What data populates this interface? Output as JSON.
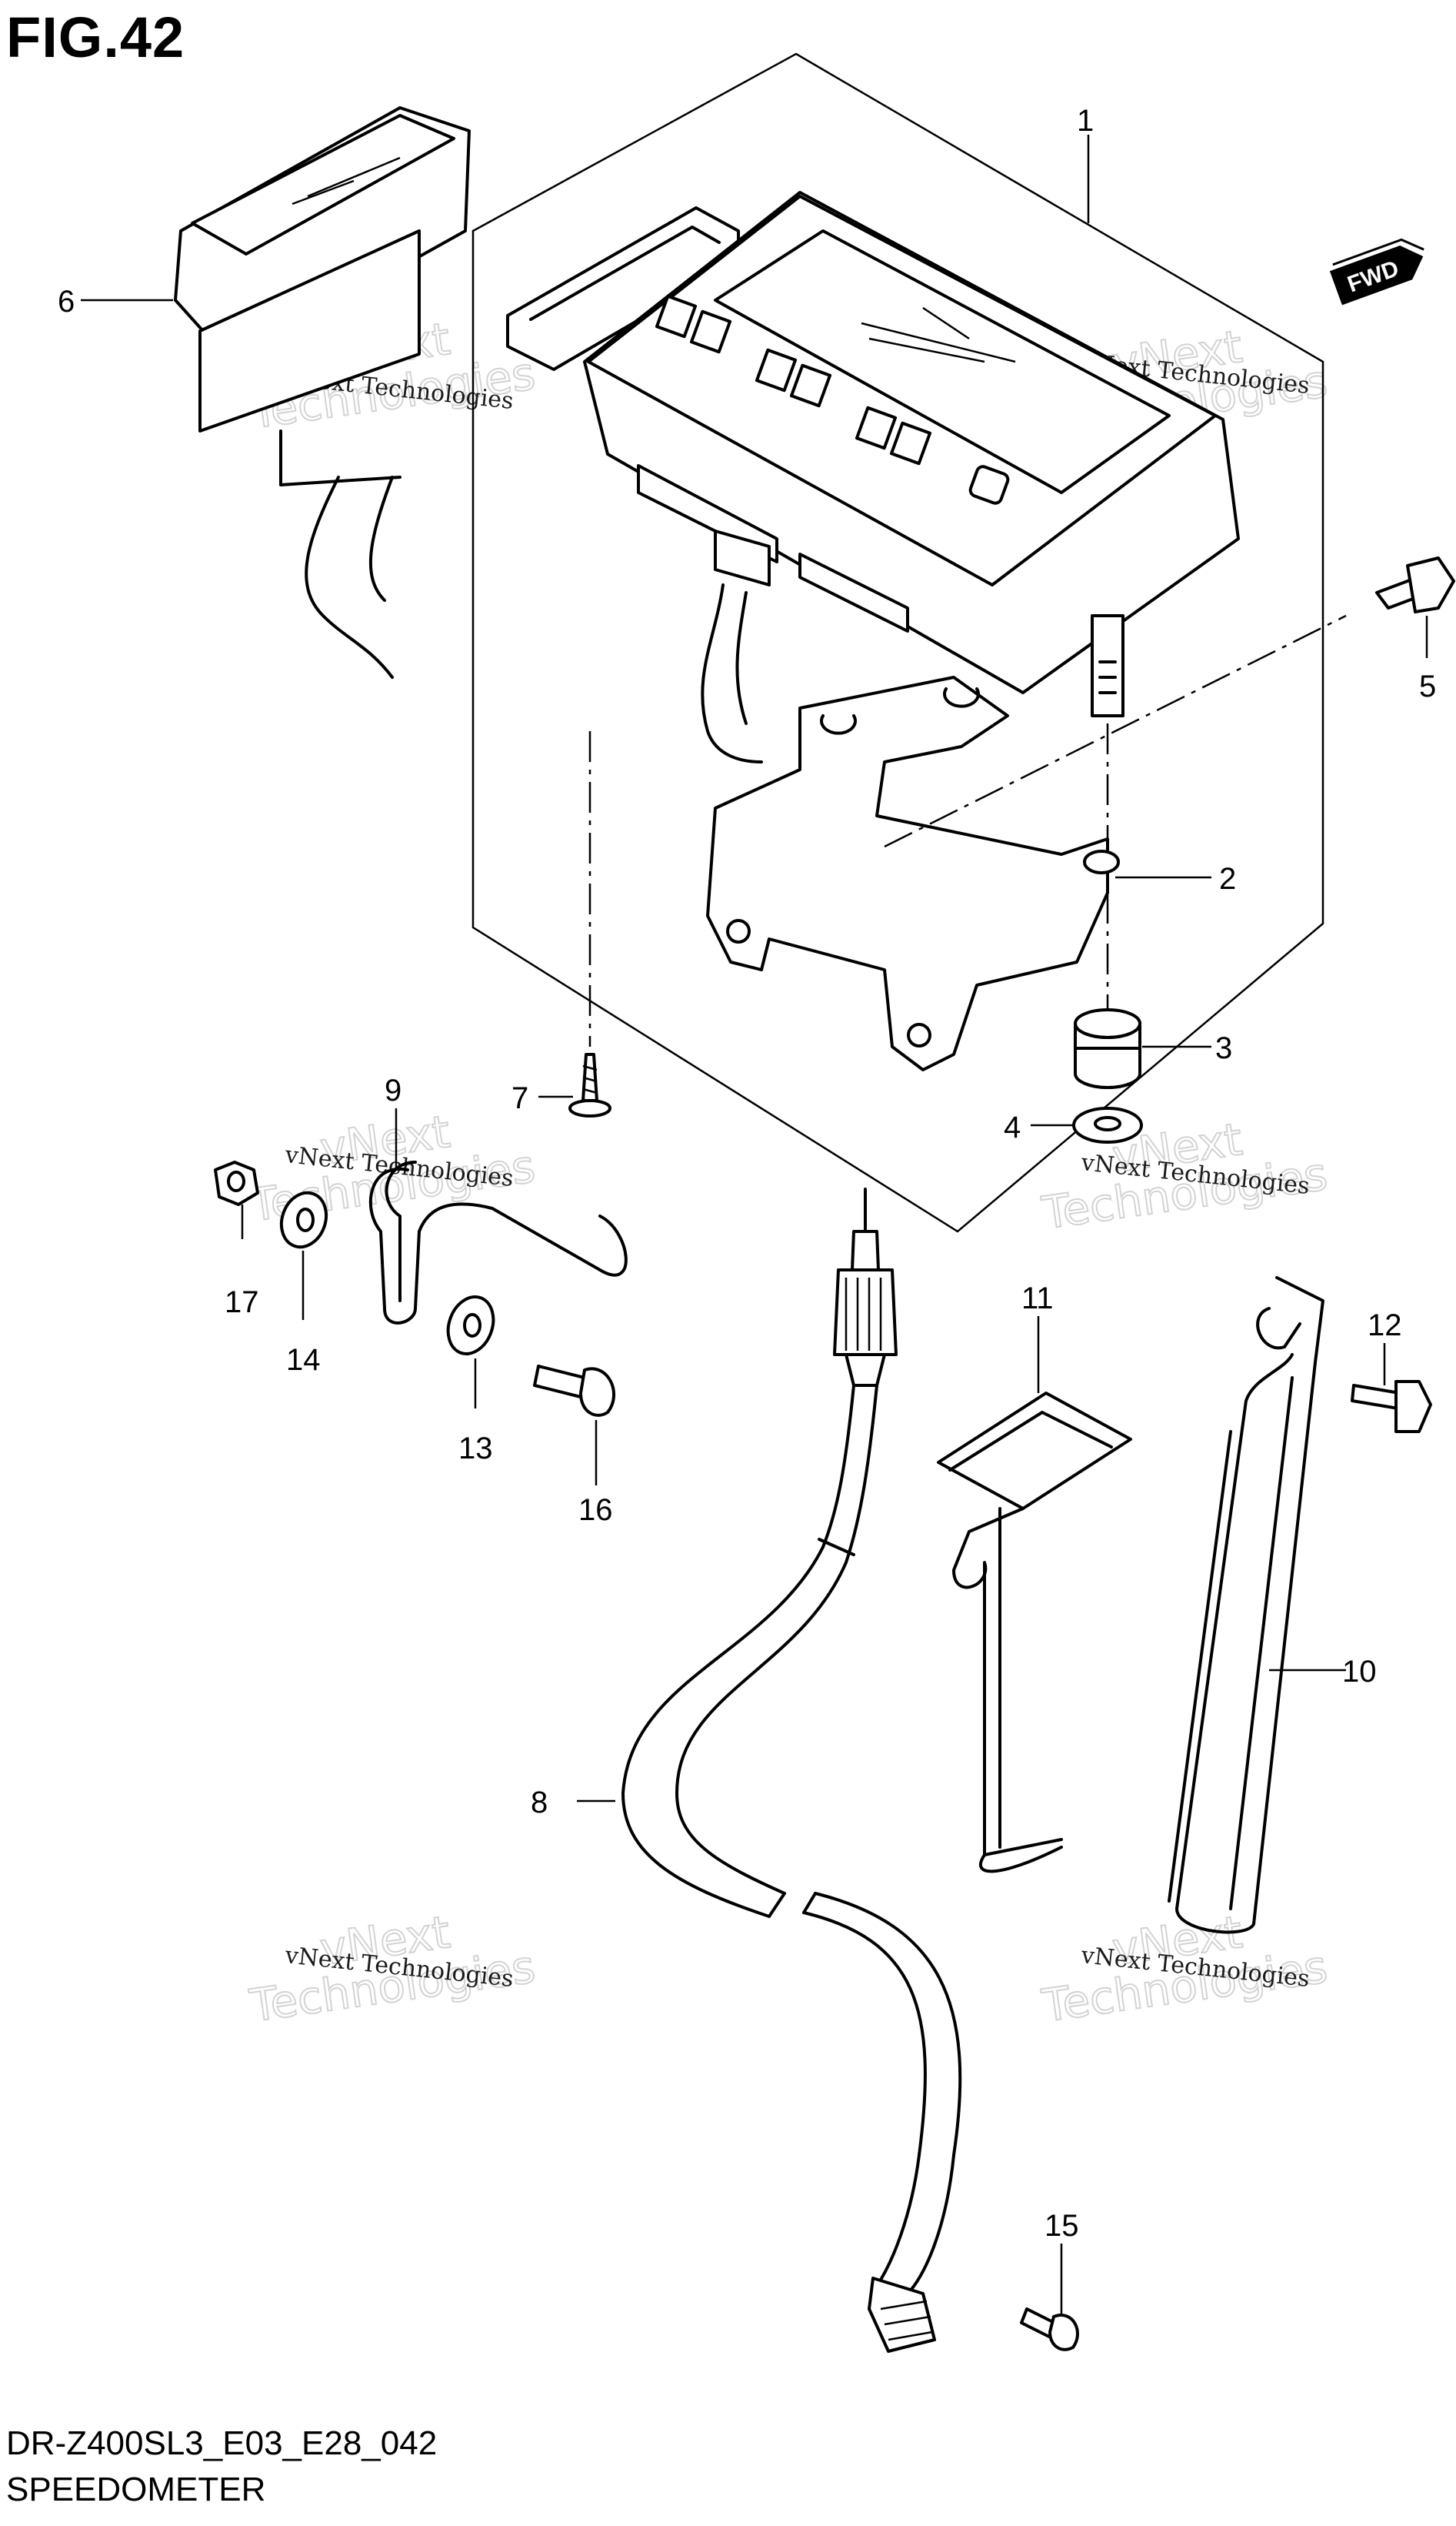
{
  "figure": {
    "title": "FIG.42",
    "code": "DR-Z400SL3_E03_E28_042",
    "name": "SPEEDOMETER"
  },
  "direction_badge": {
    "label": "FWD"
  },
  "watermark": {
    "line1": "vNext Technologies",
    "line2": "vNext",
    "line3": "Technologies"
  },
  "callouts": {
    "p1": "1",
    "p2": "2",
    "p3": "3",
    "p4": "4",
    "p5": "5",
    "p6": "6",
    "p7": "7",
    "p8": "8",
    "p9": "9",
    "p10": "10",
    "p11": "11",
    "p12": "12",
    "p13": "13",
    "p14": "14",
    "p15": "15",
    "p16": "16",
    "p17": "17"
  },
  "parts": [
    {
      "ref": "1",
      "item": "meter-assembly"
    },
    {
      "ref": "2",
      "item": "meter-bracket"
    },
    {
      "ref": "3",
      "item": "cushion"
    },
    {
      "ref": "4",
      "item": "washer"
    },
    {
      "ref": "5",
      "item": "bolt"
    },
    {
      "ref": "6",
      "item": "connector-cover"
    },
    {
      "ref": "7",
      "item": "screw"
    },
    {
      "ref": "8",
      "item": "speedometer-cable"
    },
    {
      "ref": "9",
      "item": "clamp"
    },
    {
      "ref": "10",
      "item": "clamp"
    },
    {
      "ref": "11",
      "item": "clamp"
    },
    {
      "ref": "12",
      "item": "bolt"
    },
    {
      "ref": "13",
      "item": "washer"
    },
    {
      "ref": "14",
      "item": "washer"
    },
    {
      "ref": "15",
      "item": "screw"
    },
    {
      "ref": "16",
      "item": "screw"
    },
    {
      "ref": "17",
      "item": "nut"
    }
  ]
}
